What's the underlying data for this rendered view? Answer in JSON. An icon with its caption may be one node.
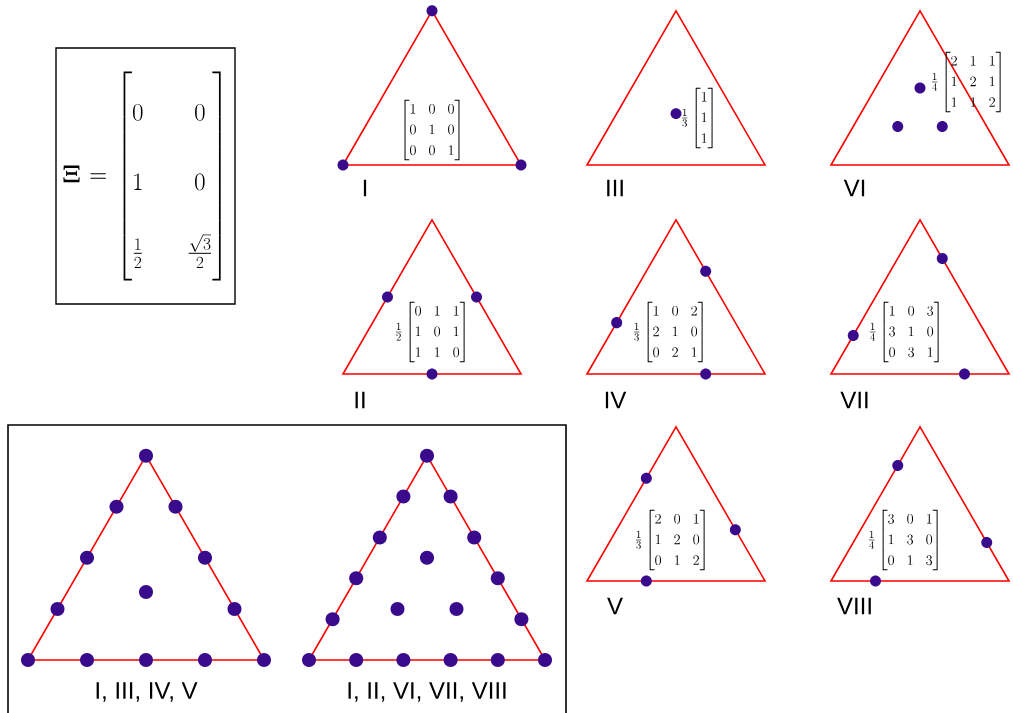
{
  "diagram": {
    "nodes": [
      {
        "text": [
          "\\mathbf{\\Xi}=\\begin{bmatrix}0&0\\\\1&0\\\\\\frac{1}{2}&\\frac{\\sqrt{3}}{2}\\end{bmatrix}"
        ]
      },
      {
        "text": [
          "\\begin{bmatrix}1&0&0\\\\0&1&0\\\\0&0&1\\end{bmatrix}"
        ],
        "beside": [
          "I"
        ]
      },
      {
        "text": [
          "\\frac{1}{3}\\begin{bmatrix}1\\\\1\\\\1\\end{bmatrix}"
        ],
        "beside": [
          "III"
        ]
      },
      {
        "text": [
          "\\frac{1}{4}\\begin{bmatrix}2&1&1\\\\1&2&1\\\\1&1&2\\end{bmatrix}"
        ],
        "beside": [
          "VI"
        ]
      },
      {
        "text": [
          "\\frac{1}{2}\\begin{bmatrix}0&1&1\\\\1&0&1\\\\1&1&0\\end{bmatrix}"
        ],
        "beside": [
          "II"
        ]
      },
      {
        "text": [
          "\\frac{1}{3}\\begin{bmatrix}1&0&2\\\\2&1&0\\\\0&2&1\\end{bmatrix}"
        ],
        "beside": [
          "IV"
        ]
      },
      {
        "text": [
          "\\frac{1}{4}\\begin{bmatrix}1&0&3\\\\3&1&0\\\\0&3&1\\end{bmatrix}"
        ],
        "beside": [
          "VII"
        ]
      },
      {
        "text": [],
        "shape": "box"
      },
      {
        "text": [],
        "shape": "triangle",
        "in": 7,
        "beside": [
          "I, III, IV, V"
        ]
      },
      {
        "text": [],
        "shape": "triangle",
        "in": 7,
        "beside": [
          "I, II, VI, VII, VIII"
        ]
      },
      {
        "text": [
          "\\frac{1}{3}\\begin{bmatrix}2&0&1\\\\1&2&0\\\\0&1&2\\end{bmatrix}"
        ],
        "beside": [
          "V"
        ]
      },
      {
        "text": [
          "\\frac{1}{4}\\begin{bmatrix}3&0&1\\\\1&3&0\\\\0&1&3\\end{bmatrix}"
        ],
        "beside": [
          "VIII"
        ]
      }
    ]
  }
}
